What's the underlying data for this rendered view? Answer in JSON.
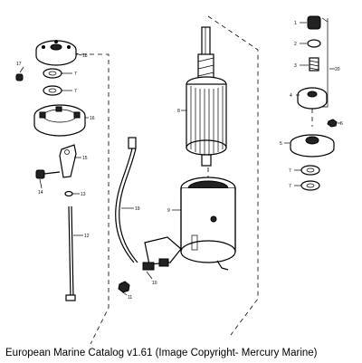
{
  "caption": "European Marine Catalog v1.61 (Image Copyright- Mercury Marine)",
  "callouts": {
    "c1": "1",
    "c2": "2",
    "c3": "3",
    "c4": "4",
    "c5": "5",
    "c6": "6",
    "c7a": "7",
    "c7b": "7",
    "c7c": "7",
    "c7d": "7",
    "c8": "8",
    "c9": "9",
    "c10": "10",
    "c11": "11",
    "c12": "12",
    "c13": "13",
    "c14": "14",
    "c15": "15",
    "c16": "16",
    "c17": "17",
    "c18": "18",
    "c19": "19",
    "c20": "20"
  }
}
